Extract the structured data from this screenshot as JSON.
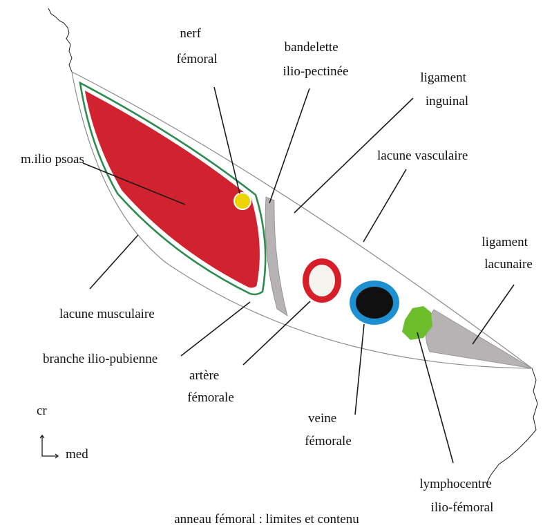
{
  "caption": "anneau fémoral : limites et contenu",
  "labels": {
    "nerf_femoral": [
      "nerf",
      "fémoral"
    ],
    "bandelette": [
      "bandelette",
      "ilio-pectinée"
    ],
    "ligament_inguinal": [
      "ligament",
      "inguinal"
    ],
    "m_ilio_psoas": "m.ilio psoas",
    "lacune_vasculaire": "lacune vasculaire",
    "ligament_lacunaire": [
      "ligament",
      "lacunaire"
    ],
    "lacune_musculaire": "lacune musculaire",
    "branche_ilio_pubienne": "branche ilio-pubienne",
    "artere_femorale": [
      "artère",
      "fémorale"
    ],
    "veine_femorale": [
      "veine",
      "fémorale"
    ],
    "lymphocentre": [
      "lymphocentre",
      "ilio-fémoral"
    ]
  },
  "orientation": {
    "cranial": "cr",
    "medial": "med"
  },
  "colors": {
    "muscle": "#d0232f",
    "fascia": "#2e8b4e",
    "nerve": "#ecd400",
    "artery": "#d71e28",
    "vein_ring": "#1e8fd0",
    "vein_lumen": "#101010",
    "lymph": "#6cbf2b",
    "ligament": "#b7b3b5"
  }
}
